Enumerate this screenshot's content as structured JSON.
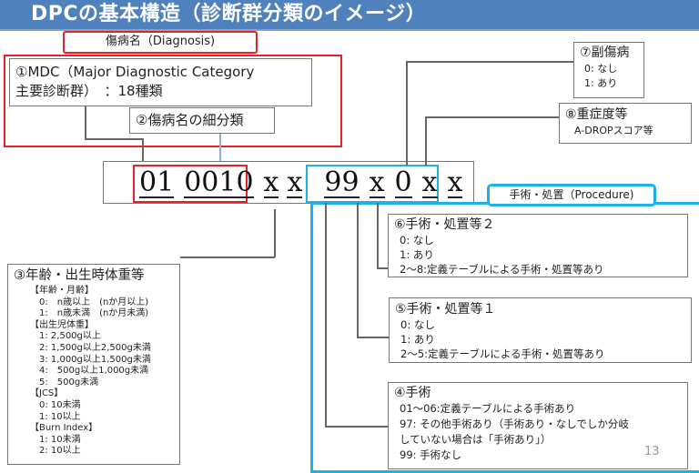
{
  "title": "DPCの基本構造（診断群分類のイメージ）",
  "colors": {
    "title_bg": "#4f81bd",
    "diagnosis_red": "#e8202a",
    "procedure_blue": "#1eb0e8",
    "line_gray": "#666666"
  },
  "diagnosis": {
    "label": "傷病名（Diagnosis)",
    "mdc_line1": "①MDC（Major Diagnostic Category",
    "mdc_line2": "主要診断群）　：18種類",
    "subclass": "②傷病名の細分類"
  },
  "code": {
    "mdc": "01",
    "subclass": "0010",
    "age1": "x",
    "age2": "x",
    "surgery": "99",
    "proc1": "x",
    "proc2": "0",
    "comorb": "x",
    "severity": "x"
  },
  "comorbidity": {
    "title": "⑦副傷病",
    "items": [
      "0: なし",
      "1: あり"
    ]
  },
  "severity": {
    "title": "⑧重症度等",
    "desc": "A-DROPスコア等"
  },
  "procedure": {
    "label": "手術・処置（Procedure)",
    "proc2": {
      "title": "⑥手術・処置等２",
      "items": [
        "0: なし",
        "1: あり",
        "2～8:定義テーブルによる手術・処置等あり"
      ]
    },
    "proc1": {
      "title": "⑤手術・処置等１",
      "items": [
        "0: なし",
        "1: あり",
        "2～5:定義テーブルによる手術・処置等あり"
      ]
    },
    "surgery": {
      "title": "④手術",
      "items": [
        "01～06:定義テーブルによる手術あり",
        "97: その他手術あり（手術あり・なしでしか分岐",
        "していない場合は「手術あり」）",
        "99: 手術なし"
      ]
    }
  },
  "age": {
    "title": "③年齢・出生時体重等",
    "items": [
      "【年齢・月齢】",
      "　0:　n歳以上　(nか月以上)",
      "　1:　n歳未満　(nか月未満)",
      "【出生児体重】",
      "　1: 2,500g以上",
      "　2: 1,500g以上2,500g未満",
      "　3: 1,000g以上1,500g未満",
      "　4:　500g以上1,000g未満",
      "　5:　500g未満",
      "【JCS】",
      "　0: 10未満",
      "　1: 10以上",
      "【Burn Index】",
      "　1: 10未満",
      "　2: 10以上"
    ]
  },
  "page_number": "13"
}
